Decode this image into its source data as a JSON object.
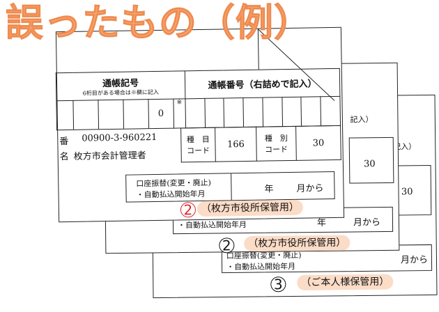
{
  "title": "誤ったもの（例）",
  "sheet1": {
    "tsucho_kigo_header": "通帳記号",
    "tsucho_kigo_note": "6桁目がある場合は※欄に記入",
    "kigo_digit": "0",
    "kigo_mark": "※",
    "tsucho_bango_header": "通帳番号（右詰めで記入）",
    "account_number_label": "番",
    "account_number": "00900-3-960221",
    "name_label": "名",
    "account_name": "枚方市会計管理者",
    "shumoku_label": "種　目\nコード",
    "shumoku_code": "166",
    "shubetsu_label": "種　別\nコード",
    "shubetsu_code": "30",
    "furikae_label_1": "口座振替(変更・廃止)",
    "furikae_label_2": "・自動払込開始年月",
    "year_unit": "年",
    "month_from": "月から",
    "copy_number": "2",
    "copy_label": "（枚方市役所保管用）"
  },
  "sheet2": {
    "kinyu": "記入）",
    "shubetsu_code": "30",
    "furikae_label_2": "・自動払込開始年月",
    "year_unit": "年",
    "month_from": "月から",
    "copy_number": "2",
    "copy_label": "（枚方市役所保管用）"
  },
  "sheet3": {
    "kinyu": "記入）",
    "shubetsu_code": "30",
    "furikae_label_1": "口座振替(変更・廃止)",
    "furikae_label_2": "・自動払込開始年月",
    "month_from": "月から",
    "copy_number": "3",
    "copy_label": "（ご本人様保管用）"
  },
  "colors": {
    "title": "#f6a672",
    "pill": "#fbdcc7",
    "red_number": "#e0252b"
  }
}
